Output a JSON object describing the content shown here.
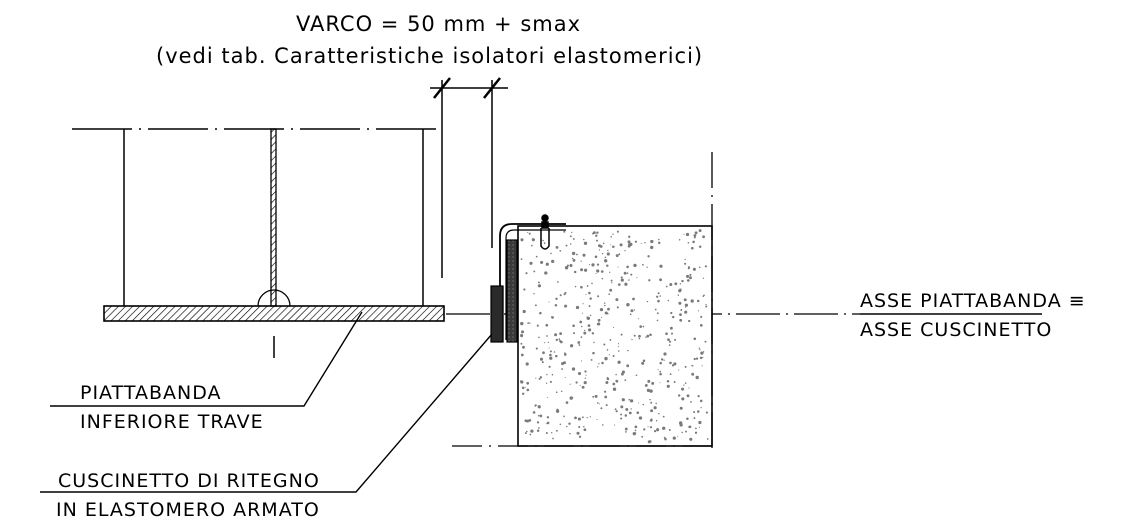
{
  "dimension": {
    "line1": "VARCO = 50 mm + smax",
    "line2": "(vedi tab. Caratteristiche isolatori elastomerici)"
  },
  "labels": {
    "axis_line1": "ASSE PIATTABANDA ≡",
    "axis_line2": "ASSE CUSCINETTO",
    "flange_line1": "PIATTABANDA",
    "flange_line2": "INFERIORE TRAVE",
    "bearing_line1": "CUSCINETTO DI RITEGNO",
    "bearing_line2": "IN ELASTOMERO ARMATO"
  }
}
